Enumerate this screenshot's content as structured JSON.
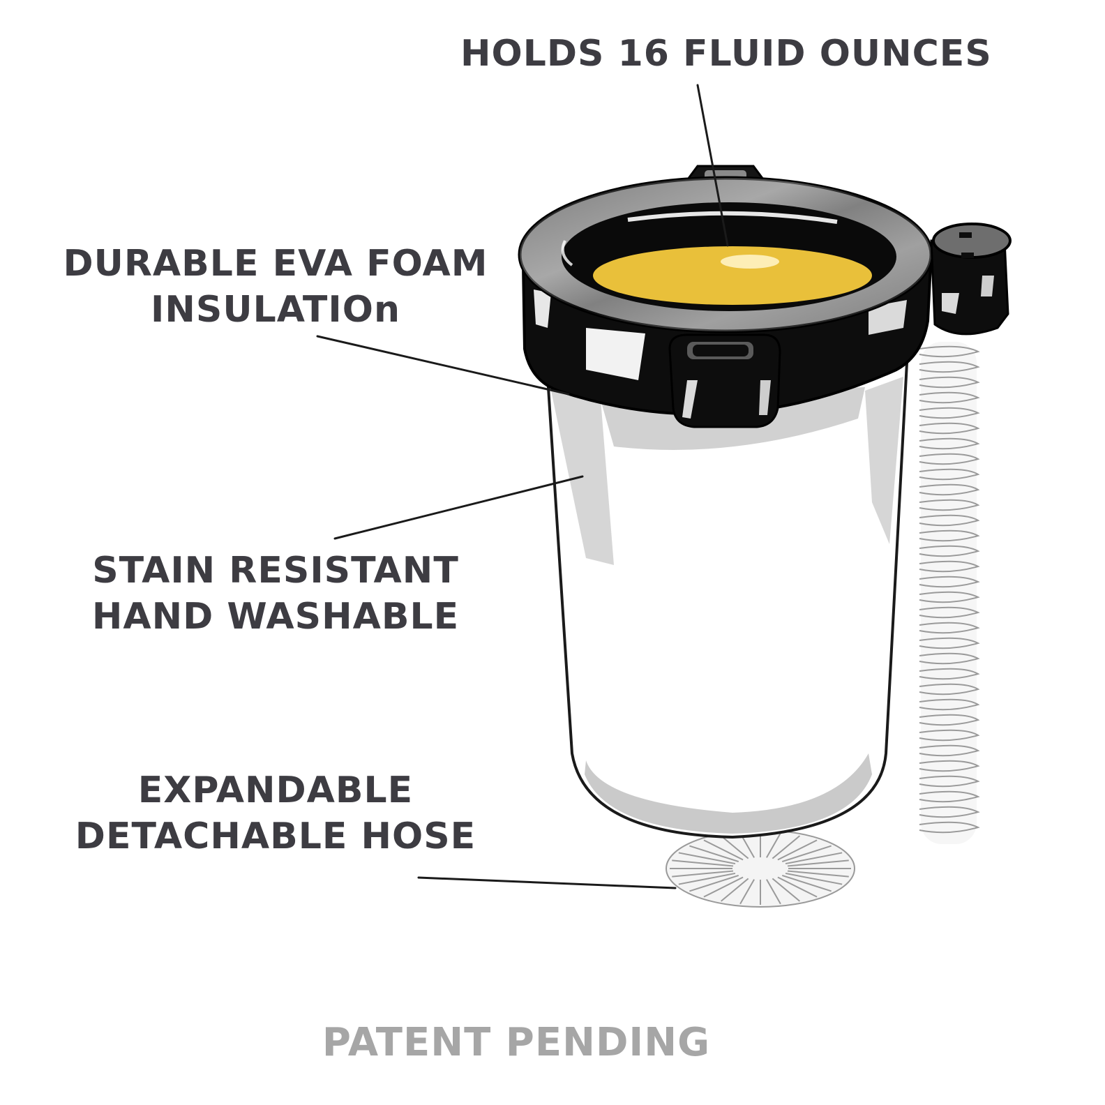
{
  "callouts": {
    "capacity": [
      "HOLDS 16 FLUID OUNCES"
    ],
    "insulation": [
      "DURABLE EVA FOAM",
      "INSULATIOn"
    ],
    "material": [
      "STAIN RESISTANT",
      "HAND WASHABLE"
    ],
    "hose": [
      "EXPANDABLE",
      "DETACHABLE HOSE"
    ]
  },
  "footer": {
    "patent": "PATENT PENDING"
  },
  "colors": {
    "text": "#3d3c42",
    "patent_text": "#a6a6a6",
    "liquid": "#e9c03a",
    "collar": "#101010",
    "body_shadow": "#c9c9c9"
  }
}
